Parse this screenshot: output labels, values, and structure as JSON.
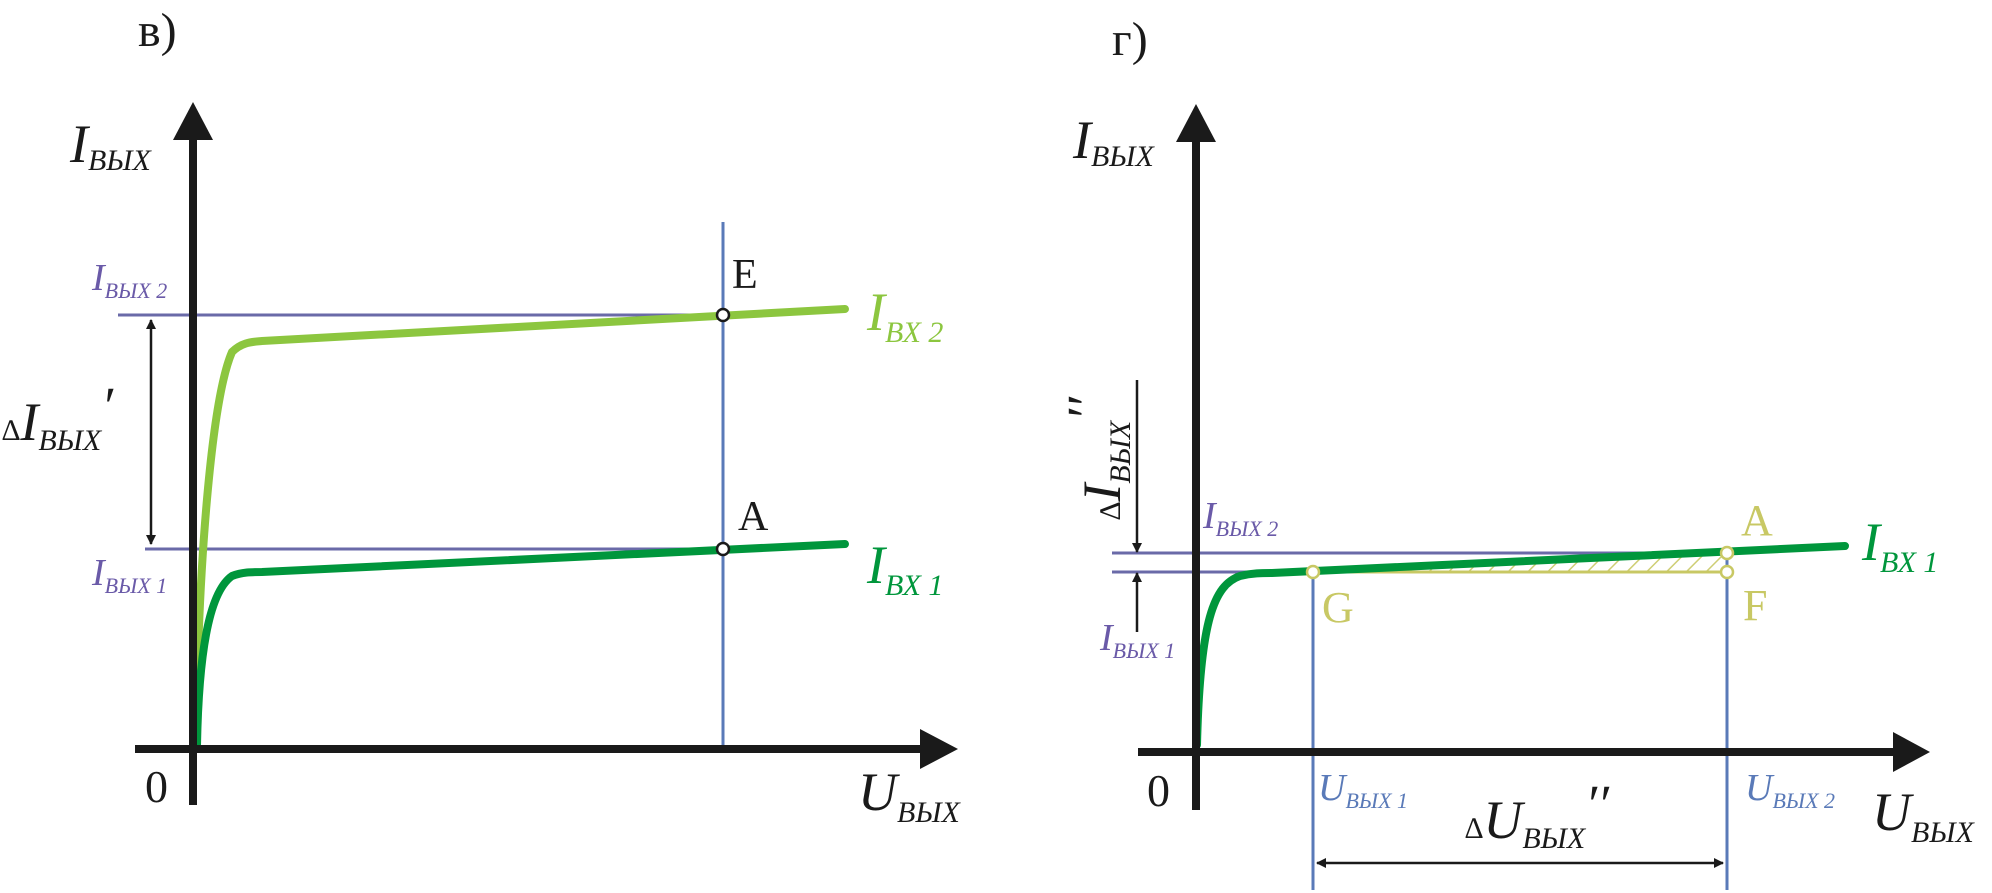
{
  "colors": {
    "axis": "#1a1a1a",
    "guide": "#6a6aa8",
    "vline": "#5a7ab8",
    "curve_light": "#8cc63f",
    "curve_dark": "#00963c",
    "point_yellow": "#c8c864",
    "label_purple": "#6a5aa8",
    "label_blue": "#5a7ab8",
    "arrow": "#1a1a1a"
  },
  "left": {
    "panel_label": "в)",
    "y_axis": {
      "main": "I",
      "sub": "ВЫХ"
    },
    "x_axis": {
      "main": "U",
      "sub": "ВЫХ"
    },
    "origin": "0",
    "level2": {
      "main": "I",
      "sub": "ВЫХ 2"
    },
    "level1": {
      "main": "I",
      "sub": "ВЫХ 1"
    },
    "delta": {
      "delta": "∆",
      "main": "I",
      "sub": "ВЫХ",
      "prime": "′"
    },
    "point_e": "E",
    "point_a": "A",
    "curve2": {
      "main": "I",
      "sub": "ВХ 2"
    },
    "curve1": {
      "main": "I",
      "sub": "ВХ 1"
    }
  },
  "right": {
    "panel_label": "г)",
    "y_axis": {
      "main": "I",
      "sub": "ВЫХ"
    },
    "x_axis": {
      "main": "U",
      "sub": "ВЫХ"
    },
    "origin": "0",
    "level2": {
      "main": "I",
      "sub": "ВЫХ 2"
    },
    "level1": {
      "main": "I",
      "sub": "ВЫХ 1"
    },
    "delta_i": {
      "delta": "∆",
      "main": "I",
      "sub": "ВЫХ",
      "prime": "′′"
    },
    "delta_u": {
      "delta": "∆",
      "main": "U",
      "sub": "ВЫХ",
      "prime": "′′"
    },
    "u1": {
      "main": "U",
      "sub": "ВЫХ 1"
    },
    "u2": {
      "main": "U",
      "sub": "ВЫХ 2"
    },
    "point_a": "A",
    "point_f": "F",
    "point_g": "G",
    "curve1": {
      "main": "I",
      "sub": "ВХ 1"
    }
  }
}
